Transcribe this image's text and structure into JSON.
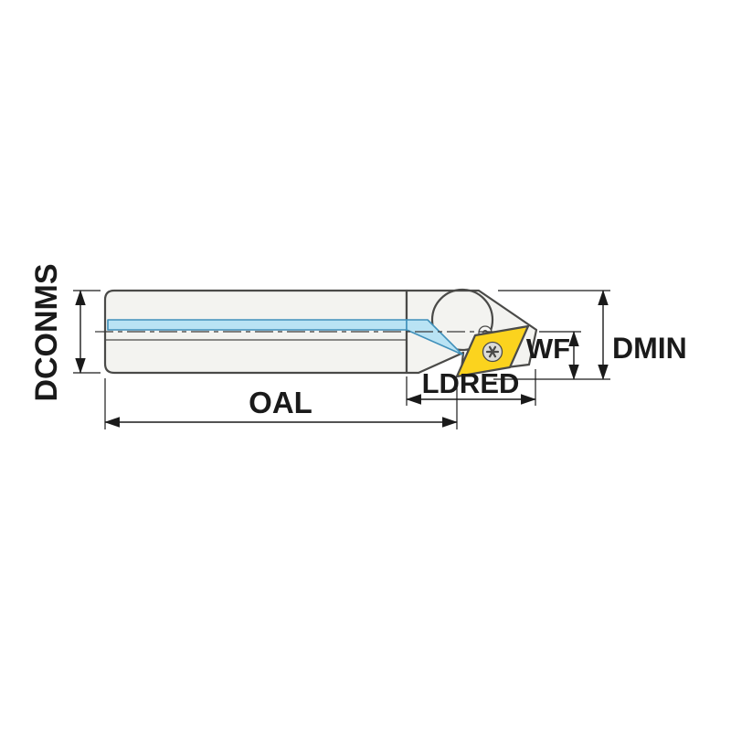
{
  "diagram": {
    "labels": {
      "dconms": "DCONMS",
      "oal": "OAL",
      "ldred": "LDRED",
      "wf": "WF",
      "dmin": "DMIN"
    },
    "colors": {
      "background": "#ffffff",
      "body_fill": "#f3f3f0",
      "outline": "#4a4a48",
      "coolant_fill": "#b9e3f4",
      "coolant_stroke": "#4090ba",
      "insert_fill": "#fbd31e",
      "screw_fill": "#dcdcd8",
      "dimension": "#1a1a1a"
    }
  }
}
